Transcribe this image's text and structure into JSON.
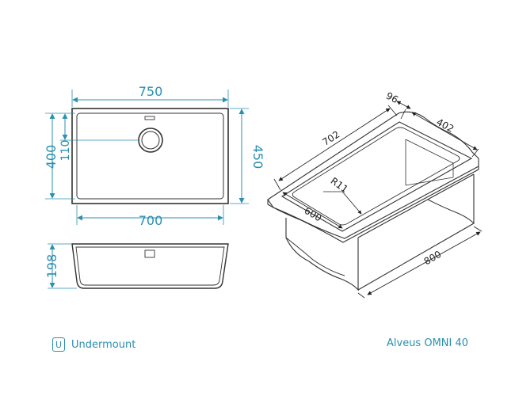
{
  "dimensions": {
    "overall_width": "750",
    "inner_width": "700",
    "overall_depth": "450",
    "inner_depth": "400",
    "drain_offset": "110",
    "bowl_height": "198",
    "persp_length": "702",
    "persp_front": "600",
    "persp_cabinet": "800",
    "persp_top": "96",
    "persp_side": "402",
    "corner_radius": "R11"
  },
  "footer": {
    "mount_icon_letter": "U",
    "mount_type": "Undermount",
    "product_name": "Alveus OMNI 40"
  },
  "colors": {
    "dimension": "#2a8fb0",
    "outline": "#333333"
  }
}
